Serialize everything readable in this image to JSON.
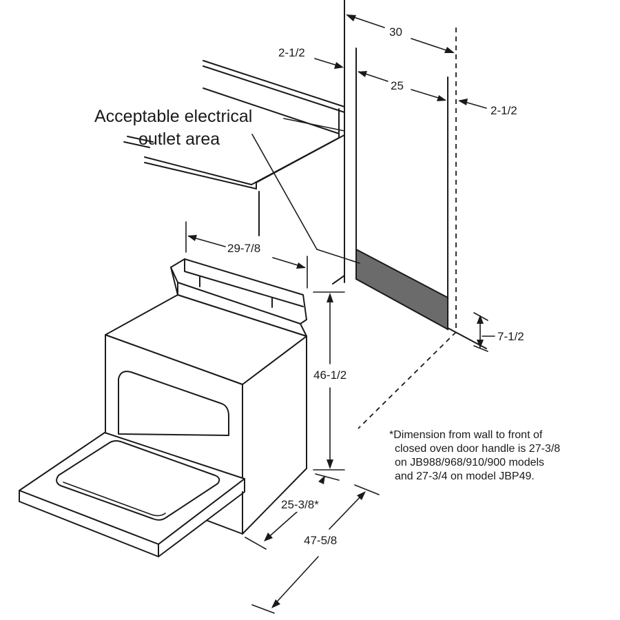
{
  "callout": {
    "line1": "Acceptable electrical",
    "line2": "outlet area"
  },
  "dimensions": {
    "cabinet_total_width": "30",
    "cabinet_left_offset": "2-1/2",
    "cabinet_opening_width": "25",
    "cabinet_right_offset": "2-1/2",
    "outlet_height": "7-1/2",
    "range_width": "29-7/8",
    "range_height": "46-1/2",
    "range_depth": "25-3/8*",
    "overall_depth": "47-5/8"
  },
  "footnote": {
    "line1": "*Dimension from wall to front of",
    "line2": "closed oven door handle is 27-3/8",
    "line3": "on JB988/968/910/900 models",
    "line4": "and 27-3/4 on model JBP49."
  },
  "colors": {
    "outlet_area_fill": "#6b6b6b",
    "line": "#1a1a1a",
    "background": "#ffffff"
  }
}
